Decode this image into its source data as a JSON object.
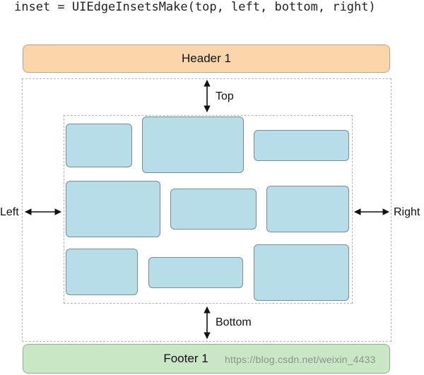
{
  "code": "inset = UIEdgeInsetsMake(top, left, bottom, right)",
  "header_label": "Header 1",
  "footer_label": "Footer 1",
  "labels": {
    "top": "Top",
    "left": "Left",
    "right": "Right",
    "bottom": "Bottom"
  },
  "watermark": "https://blog.csdn.net/weixin_4433",
  "colors": {
    "header_fill": "#fbd6aa",
    "footer_fill": "#c9e6c5",
    "cell_fill": "#b7dde9",
    "dashed_border": "#b5b5b5"
  }
}
